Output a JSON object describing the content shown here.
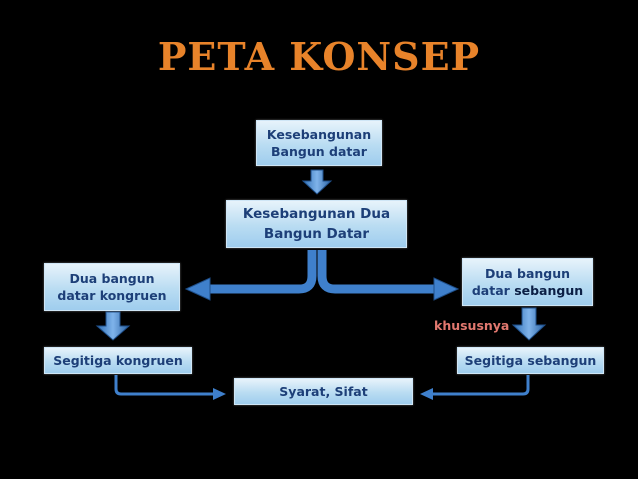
{
  "title": "PETA KONSEP",
  "nodes": {
    "top": {
      "line1": "Kesebangunan",
      "line2": "Bangun datar"
    },
    "main": {
      "line1": "Kesebangunan Dua",
      "line2": "Bangun Datar"
    },
    "left": {
      "line1": "Dua bangun",
      "line2": "datar kongruen"
    },
    "right": {
      "line1": "Dua bangun",
      "line2a": "datar",
      "line2b": "sebangun"
    },
    "left_bottom": "Segitiga kongruen",
    "right_bottom": "Segitiga sebangun",
    "center_bottom": "Syarat, Sifat"
  },
  "edge_label": "khususnya",
  "colors": {
    "background": "#000000",
    "title": "#e8832a",
    "box_text": "#1d3f78",
    "arrow": "#4d8fd6",
    "arrow_dark": "#1f4f8a",
    "edge_label": "#e2786f"
  }
}
